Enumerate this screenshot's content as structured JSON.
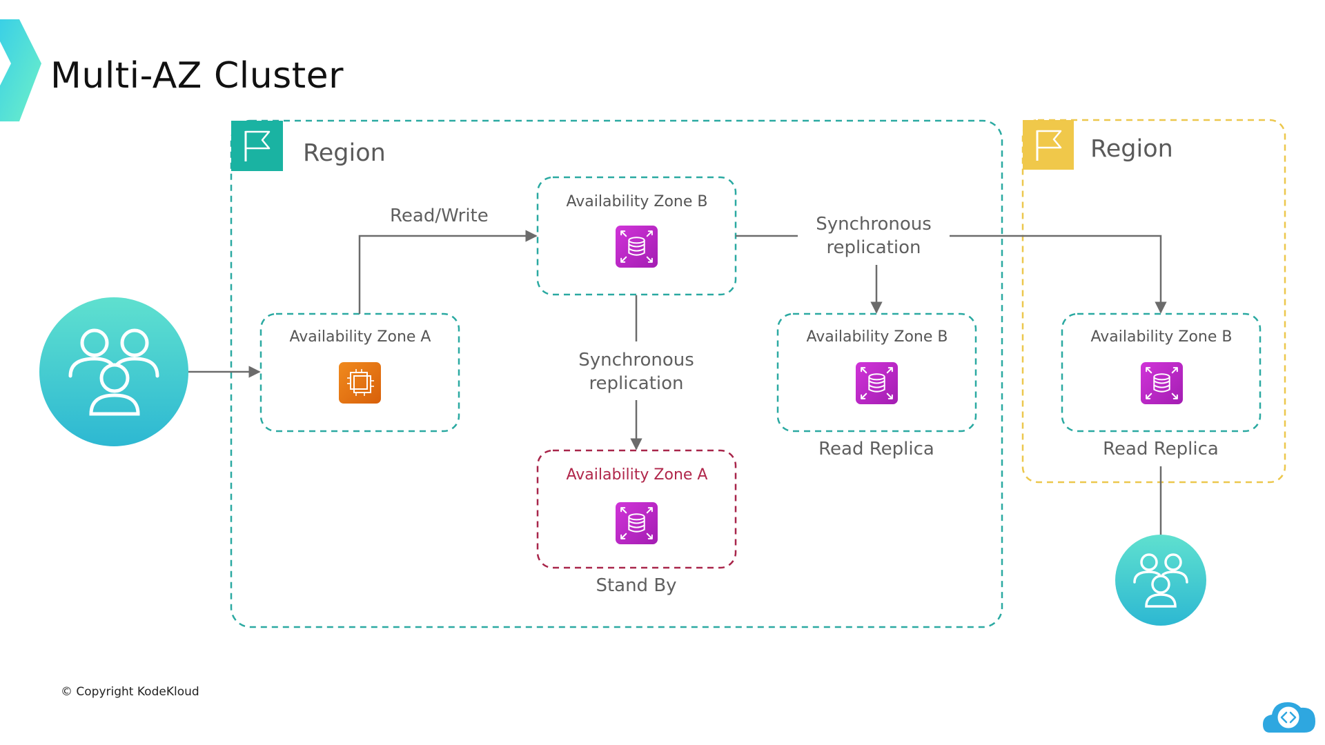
{
  "title": "Multi-AZ Cluster",
  "region_primary": {
    "label": "Region",
    "flag_color": "#1ab3a2",
    "border_color": "#2aa9a1"
  },
  "region_secondary": {
    "label": "Region",
    "flag_color": "#f0c84a",
    "border_color": "#ecc74c"
  },
  "zones": {
    "app_az_a": {
      "label": "Availability Zone A",
      "icon": "ec2-instance-icon"
    },
    "primary_az_b": {
      "label": "Availability Zone B",
      "icon": "rds-database-icon"
    },
    "standby_az_a": {
      "label": "Availability Zone A",
      "icon": "rds-database-icon",
      "caption": "Stand By"
    },
    "replica_az_b": {
      "label": "Availability Zone B",
      "icon": "rds-database-icon",
      "caption": "Read Replica"
    },
    "cross_region_replica_az_b": {
      "label": "Availability Zone B",
      "icon": "rds-database-icon",
      "caption": "Read Replica"
    }
  },
  "connectors": {
    "read_write": "Read/Write",
    "sync_replication_vertical": {
      "line1": "Synchronous",
      "line2": "replication"
    },
    "sync_replication_horizontal": {
      "line1": "Synchronous",
      "line2": "replication"
    }
  },
  "users": {
    "main_icon": "users-group-icon",
    "remote_icon": "users-group-icon"
  },
  "copyright": "© Copyright KodeKloud",
  "colors": {
    "teal_dash": "#2aa9a1",
    "crimson_dash": "#a8254a",
    "yellow_dash": "#ecc74c",
    "rds_purple": "#c027c8",
    "ec2_orange": "#e8710e",
    "arrow_gray": "#6b6b6b",
    "users_gradient_top": "#5fe0cf",
    "users_gradient_bottom": "#2db8d2"
  }
}
